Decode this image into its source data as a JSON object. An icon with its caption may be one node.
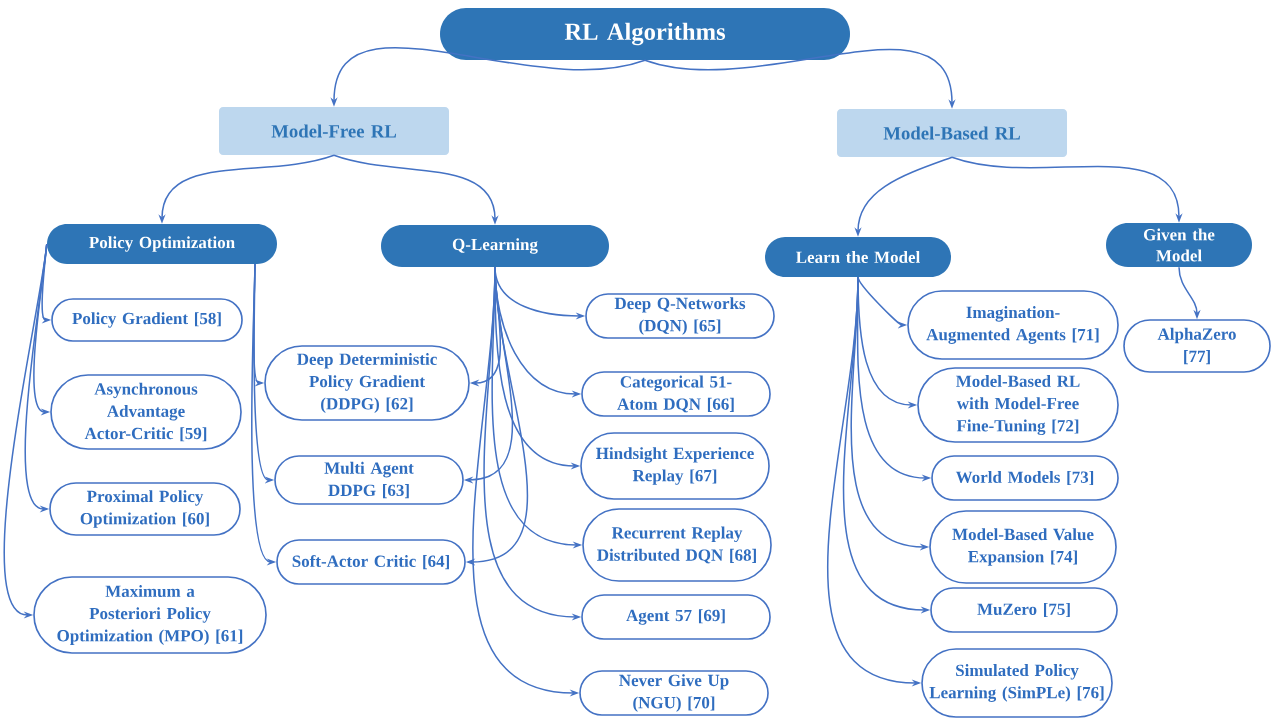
{
  "diagram": {
    "nodes": [
      {
        "text": [
          "RL Algorithms"
        ]
      },
      {
        "text": [
          "Model-Free RL"
        ]
      },
      {
        "text": [
          "Model-Based RL"
        ]
      },
      {
        "text": [
          "Policy Optimization"
        ]
      },
      {
        "text": [
          "Q-Learning"
        ]
      },
      {
        "text": [
          "Learn the Model"
        ]
      },
      {
        "text": [
          "Given the Model"
        ]
      },
      {
        "text": [
          "Policy Gradient [58]"
        ]
      },
      {
        "text": [
          "Asynchronous Advantage Actor-Critic [59]"
        ]
      },
      {
        "text": [
          "Proximal Policy Optimization [60]"
        ]
      },
      {
        "text": [
          "Maximum a Posteriori Policy Optimization (MPO) [61]"
        ]
      },
      {
        "text": [
          "Deep Deterministic Policy Gradient (DDPG) [62]"
        ]
      },
      {
        "text": [
          "Multi Agent DDPG [63]"
        ]
      },
      {
        "text": [
          "Soft-Actor Critic [64]"
        ]
      },
      {
        "text": [
          "Deep Q-Networks (DQN) [65]"
        ]
      },
      {
        "text": [
          "Categorical 51-Atom DQN [66]"
        ]
      },
      {
        "text": [
          "Hindsight Experience Replay [67]"
        ]
      },
      {
        "text": [
          "Recurrent Replay Distributed DQN [68]"
        ]
      },
      {
        "text": [
          "Agent 57 [69]"
        ]
      },
      {
        "text": [
          "Never Give Up (NGU) [70]"
        ]
      },
      {
        "text": [
          "Imagination-Augmented Agents [71]"
        ]
      },
      {
        "text": [
          "Model-Based RL with Model-Free Fine-Tuning [72]"
        ]
      },
      {
        "text": [
          "World Models [73]"
        ]
      },
      {
        "text": [
          "Model-Based Value Expansion [74]"
        ]
      },
      {
        "text": [
          "MuZero [75]"
        ]
      },
      {
        "text": [
          "Simulated Policy Learning (SimPLe) [76]"
        ]
      },
      {
        "text": [
          "AlphaZero [77]"
        ]
      }
    ],
    "edges": [
      {
        "from": 0,
        "to": 1,
        "arrow": "to"
      },
      {
        "from": 0,
        "to": 2,
        "arrow": "to"
      },
      {
        "from": 1,
        "to": 3,
        "arrow": "to"
      },
      {
        "from": 1,
        "to": 4,
        "arrow": "to"
      },
      {
        "from": 2,
        "to": 5,
        "arrow": "to"
      },
      {
        "from": 2,
        "to": 6,
        "arrow": "to"
      },
      {
        "from": 3,
        "to": 7,
        "arrow": "to"
      },
      {
        "from": 3,
        "to": 8,
        "arrow": "to"
      },
      {
        "from": 3,
        "to": 9,
        "arrow": "to"
      },
      {
        "from": 3,
        "to": 10,
        "arrow": "to"
      },
      {
        "from": 3,
        "to": 11,
        "arrow": "to"
      },
      {
        "from": 3,
        "to": 12,
        "arrow": "to"
      },
      {
        "from": 3,
        "to": 13,
        "arrow": "to"
      },
      {
        "from": 4,
        "to": 11,
        "arrow": "to"
      },
      {
        "from": 4,
        "to": 12,
        "arrow": "to"
      },
      {
        "from": 4,
        "to": 13,
        "arrow": "to"
      },
      {
        "from": 4,
        "to": 14,
        "arrow": "to"
      },
      {
        "from": 4,
        "to": 15,
        "arrow": "to"
      },
      {
        "from": 4,
        "to": 16,
        "arrow": "to"
      },
      {
        "from": 4,
        "to": 17,
        "arrow": "to"
      },
      {
        "from": 4,
        "to": 18,
        "arrow": "to"
      },
      {
        "from": 4,
        "to": 19,
        "arrow": "to"
      },
      {
        "from": 5,
        "to": 20,
        "arrow": "to"
      },
      {
        "from": 5,
        "to": 21,
        "arrow": "to"
      },
      {
        "from": 5,
        "to": 22,
        "arrow": "to"
      },
      {
        "from": 5,
        "to": 23,
        "arrow": "to"
      },
      {
        "from": 5,
        "to": 24,
        "arrow": "to"
      },
      {
        "from": 5,
        "to": 25,
        "arrow": "to"
      },
      {
        "from": 6,
        "to": 26,
        "arrow": "to"
      }
    ]
  }
}
